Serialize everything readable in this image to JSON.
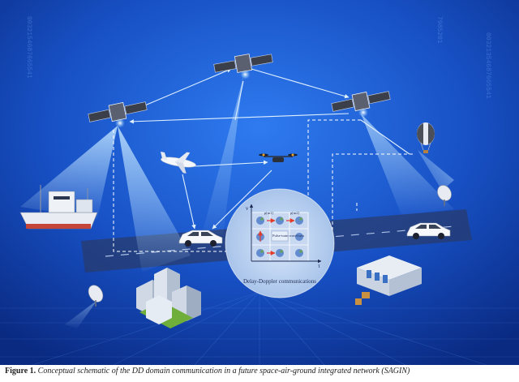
{
  "figure": {
    "dd_title": "Delay-Doppler communications",
    "axis_nu": "ν",
    "axis_tau": "τ",
    "cell_label_1": "p[m1]",
    "cell_label_2": "p[m2]",
    "center_label": "Pulse-train\nwaveform",
    "side_digits_left": "0032154687665541",
    "side_digits_right": "00321354687665541",
    "top_digits": "7985201"
  },
  "caption": {
    "prefix": "Figure 1.",
    "text": " Conceptual schematic of the DD domain communication in a future space-air-ground integrated network (SAGIN)"
  },
  "colors": {
    "background_dark": "#0a2a7a",
    "background_light": "#1e63d6",
    "beam": "#9cd2ff",
    "link": "#cfe6ff"
  }
}
